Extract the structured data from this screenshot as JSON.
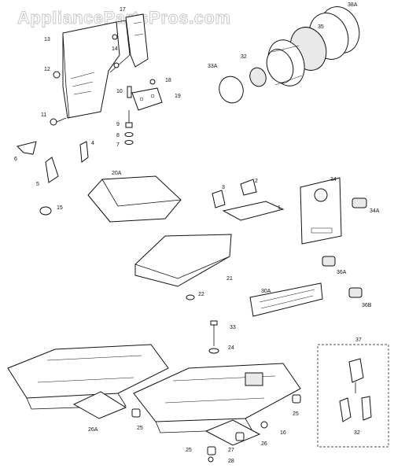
{
  "watermark": "AppliancePartsPros.com",
  "callouts": {
    "c1": "1",
    "c2": "2",
    "c3": "3",
    "c4": "4",
    "c5": "5",
    "c6": "6",
    "c7": "7",
    "c8": "8",
    "c9": "9",
    "c10": "10",
    "c11": "11",
    "c12": "12",
    "c13": "13",
    "c14": "14",
    "c15": "15",
    "c16": "16",
    "c17": "17",
    "c18": "18",
    "c19": "19",
    "c20a": "20A",
    "c21": "21",
    "c22": "22",
    "c24": "24",
    "c25a": "25",
    "c25b": "25",
    "c25c": "25",
    "c26a": "26A",
    "c26b": "26",
    "c27": "27",
    "c28": "28",
    "c32": "32",
    "c32b": "32",
    "c33": "33",
    "c33a": "33A",
    "c34": "34",
    "c34a": "34A",
    "c35": "35",
    "c36a": "36A",
    "c36b": "36B",
    "c37": "37",
    "c38a": "38A",
    "c30a": "30A"
  }
}
